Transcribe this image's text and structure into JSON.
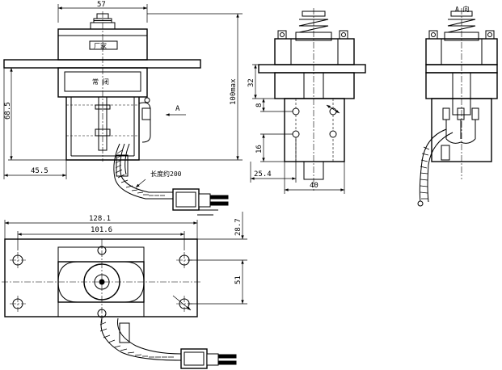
{
  "dimensions": {
    "top_width": "57",
    "height_max": "100max",
    "side_height": "68.5",
    "bracket_offset": "45.5",
    "lead_length": "长度约200",
    "arrow_label": "A",
    "side_upper": "32",
    "side_mid": "8",
    "side_lower": "16",
    "side_offset": "25.4",
    "side_width": "40",
    "view_label": "A 向",
    "base_length": "128.1",
    "hole_spacing": "101.6",
    "base_depth": "28.7",
    "hole_vertical": "51"
  },
  "labels": {
    "nameplate": "厂家",
    "body_text": "常 闭"
  }
}
